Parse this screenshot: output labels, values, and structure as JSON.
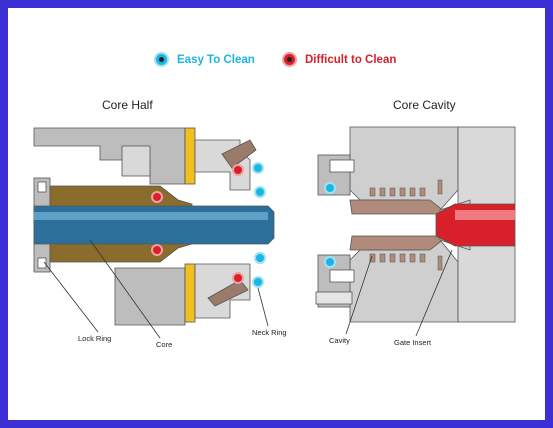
{
  "legend": {
    "easy": {
      "label": "Easy To Clean",
      "color": "#1cb4e0"
    },
    "difficult": {
      "label": "Difficult to Clean",
      "color": "#d8202b"
    }
  },
  "panels": {
    "left_title": "Core Half",
    "right_title": "Core Cavity"
  },
  "labels": {
    "lock_ring": "Lock Ring",
    "core": "Core",
    "neck_ring": "Neck Ring",
    "cavity": "Cavity",
    "gate_insert": "Gate Insert"
  },
  "colors": {
    "frame": "#3c2fd6",
    "steel": "#cfcfcf",
    "steel_dark": "#8a8a8a",
    "core_bronze": "#8a6d2c",
    "preform_blue": "#2b6f9a",
    "gold": "#f0c020",
    "hot_runner_red": "#d8202b",
    "cavity_tan": "#b08a7a"
  }
}
